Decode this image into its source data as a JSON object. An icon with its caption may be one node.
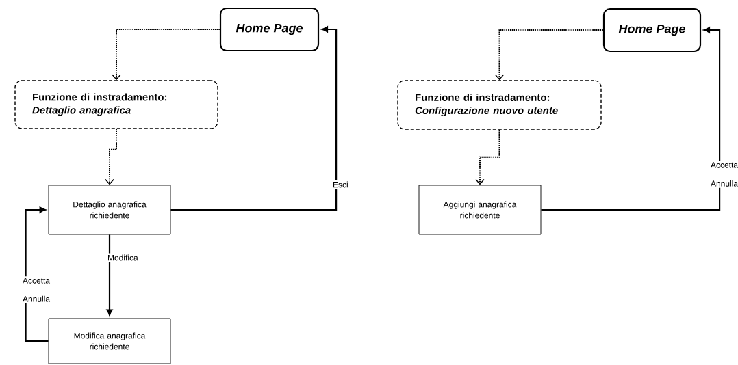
{
  "diagram": {
    "nodes": [
      {
        "text": [
          "Home Page"
        ]
      },
      {
        "text": [
          "Funzione di instradamento:",
          "Dettaglio anagrafica"
        ]
      },
      {
        "text": [
          "Dettaglio anagrafica richiedente"
        ]
      },
      {
        "text": [
          "Modifica anagrafica richiedente"
        ]
      },
      {
        "text": [
          "Home Page"
        ]
      },
      {
        "text": [
          "Funzione di instradamento:",
          "Configurazione nuovo utente"
        ]
      },
      {
        "text": [
          "Aggiungi anagrafica richiedente"
        ]
      }
    ],
    "edges": [
      {
        "from": 0,
        "to": 1,
        "arrow": "to",
        "style": "dashed"
      },
      {
        "from": 1,
        "to": 2,
        "arrow": "to",
        "style": "dashed"
      },
      {
        "from": 2,
        "to": 0,
        "arrow": "to",
        "label": "Esci"
      },
      {
        "from": 2,
        "to": 3,
        "arrow": "to",
        "label": "Modifica"
      },
      {
        "from": 3,
        "to": 2,
        "arrow": "to",
        "label": "Accetta Annulla"
      },
      {
        "from": 4,
        "to": 5,
        "arrow": "to",
        "style": "dashed"
      },
      {
        "from": 5,
        "to": 6,
        "arrow": "to",
        "style": "dashed"
      },
      {
        "from": 6,
        "to": 4,
        "arrow": "to",
        "label": "Accetta Annulla"
      }
    ]
  }
}
